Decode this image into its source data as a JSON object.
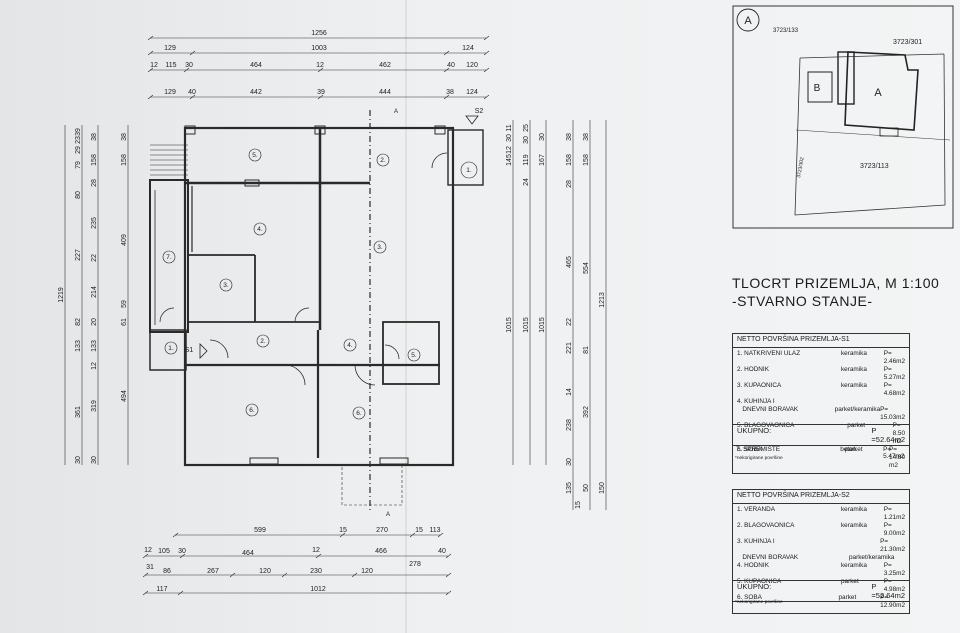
{
  "drawing": {
    "title": "TLOCRT PRIZEMLJA, M 1:100",
    "subtitle": "-STVARNO STANJE-",
    "section_mark": "A",
    "labels_plan": {
      "s1": "S1",
      "s2": "S2",
      "room_1a": "1.",
      "room_2a": "2.",
      "room_3a": "3.",
      "room_4a": "4.",
      "room_5a": "5.",
      "room_6a": "6.",
      "room_7a": "7.",
      "room_1b": "1.",
      "room_2b": "2.",
      "room_3b": "3.",
      "room_4b": "4.",
      "room_5b": "5.",
      "room_6b": "6."
    },
    "dims_top": {
      "r1": [
        "1256"
      ],
      "r2": [
        "129",
        "1003",
        "124"
      ],
      "r3": [
        "12",
        "115",
        "30",
        "464",
        "12",
        "462",
        "40",
        "120"
      ],
      "r4": [
        "129",
        "40",
        "442",
        "39",
        "444",
        "38",
        "124"
      ]
    },
    "dims_bottom": {
      "r1": [
        "599",
        "15",
        "270",
        "15",
        "113"
      ],
      "r2": [
        "12",
        "105",
        "30",
        "464",
        "12",
        "466",
        "40"
      ],
      "r3": [
        "31",
        "86",
        "267",
        "120",
        "230",
        "120",
        "278"
      ],
      "r4": [
        "117",
        "1012"
      ]
    },
    "dims_left": {
      "total": "1219",
      "col1": [
        "39",
        "23",
        "29",
        "79",
        "80",
        "227",
        "82",
        "133",
        "361",
        "30"
      ],
      "col2": [
        "38",
        "158",
        "28",
        "235",
        "22",
        "214",
        "20",
        "133",
        "12",
        "319",
        "30"
      ],
      "col3": [
        "38",
        "158",
        "409",
        "59",
        "61",
        "494"
      ]
    },
    "dims_right": {
      "col1": [
        "11",
        "30",
        "12",
        "145",
        "24",
        "119",
        "1015"
      ],
      "col2": [
        "25",
        "30",
        "167",
        "1015"
      ],
      "col3": [
        "38",
        "158",
        "28",
        "465",
        "22",
        "221",
        "14",
        "238",
        "30",
        "135",
        "15"
      ],
      "col4": [
        "38",
        "158",
        "554",
        "81",
        "392",
        "50",
        "1213",
        "150"
      ]
    }
  },
  "site_plan": {
    "mark": "A",
    "parcel_top_left": "3723/133",
    "parcel_top_right": "3723/301",
    "parcel_main": "3723/113",
    "parcel_side": "3723/302",
    "building_b": "B",
    "building_a": "A"
  },
  "table_s1": {
    "header": "NETTO POVRŠINA PRIZEMLJA-S1",
    "rows": [
      {
        "name": "1. NATKRIVENI ULAZ",
        "material": "keramika",
        "area": "P=  2.46m2"
      },
      {
        "name": "2. HODNIK",
        "material": "keramika",
        "area": "P=  5.27m2"
      },
      {
        "name": "3. KUPAONICA",
        "material": "keramika",
        "area": "P=  4.68m2"
      },
      {
        "name": "4. KUHINJA I",
        "material": "",
        "area": ""
      },
      {
        "name": "   DNEVNI BORAVAK",
        "material": "parket/keramika",
        "area": "P= 15.03m2"
      },
      {
        "name": "5. BLAGOVAONICA",
        "material": "parket",
        "area": "P=  8.50 m2"
      },
      {
        "name": "6. SOBA",
        "material": "parket",
        "area": "P= 14.80 m2"
      }
    ],
    "total_label": "UKUPNO:",
    "total_value": "P =52.64m2",
    "extra_name": "7. SPREMIŠTE",
    "extra_material": "beton",
    "extra_area": "P=  5.47m2",
    "note": "*nekorigirane površine"
  },
  "table_s2": {
    "header": "NETTO POVRŠINA PRIZEMLJA-S2",
    "rows": [
      {
        "name": "1. VERANDA",
        "material": "keramika",
        "area": "P=  1.21m2"
      },
      {
        "name": "2. BLAGOVAONICA",
        "material": "keramika",
        "area": "P=  9.00m2"
      },
      {
        "name": "3. KUHINJA I",
        "material": "",
        "area": "P= 21.30m2"
      },
      {
        "name": "   DNEVNI BORAVAK",
        "material": "parket/keramika",
        "area": ""
      },
      {
        "name": "4. HODNIK",
        "material": "keramika",
        "area": "P=  3.25m2"
      },
      {
        "name": "5. KUPAONICA",
        "material": "parket",
        "area": "P=  4.98m2"
      },
      {
        "name": "6. SOBA",
        "material": "parket",
        "area": "P= 12.90m2"
      }
    ],
    "total_label": "UKUPNO:",
    "total_value": "P =52.64m2",
    "note": "*nekorigirane površine"
  }
}
